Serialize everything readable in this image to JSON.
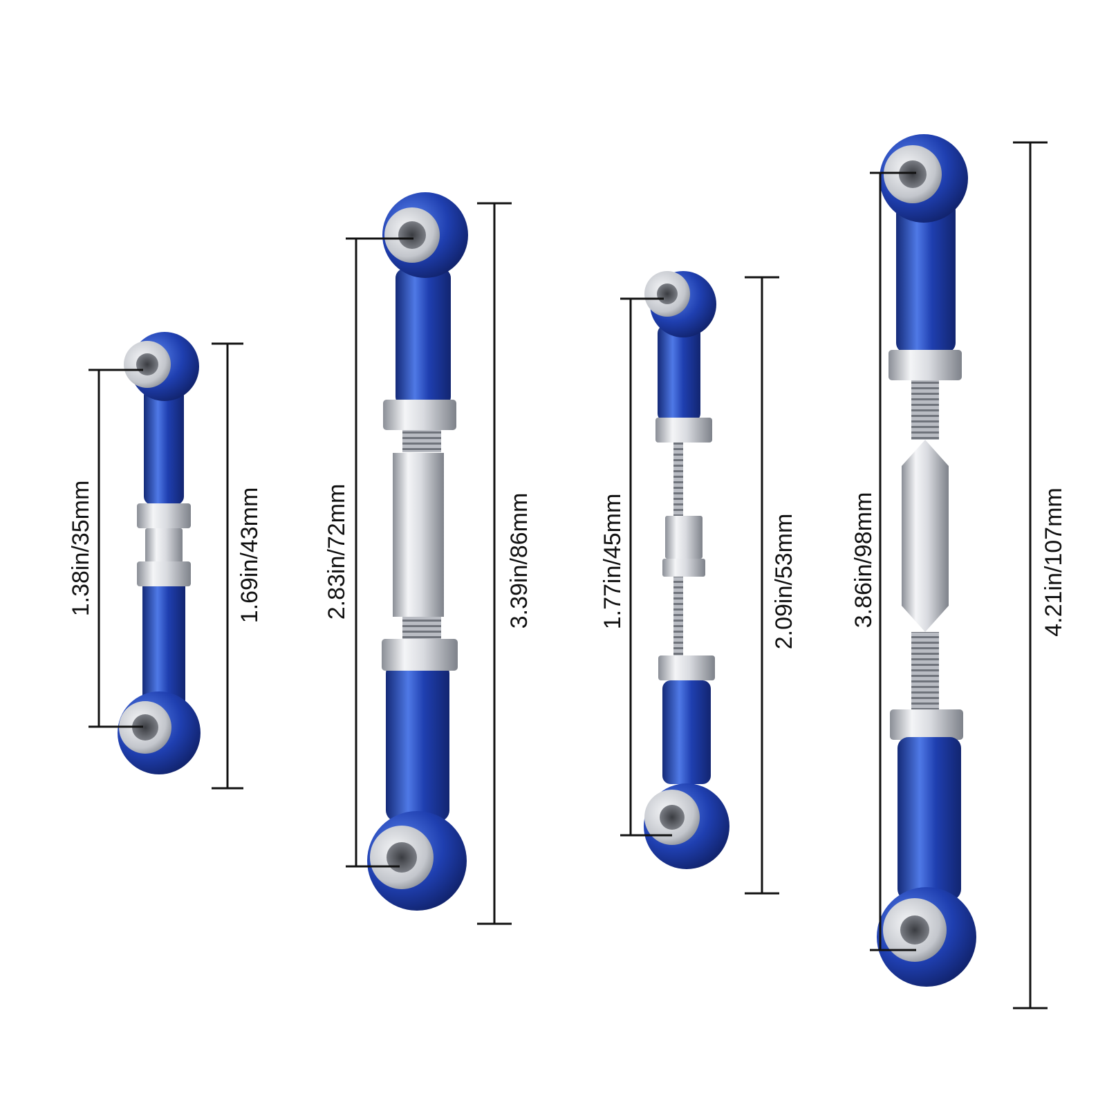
{
  "colors": {
    "background": "#ffffff",
    "anodized_blue": "#1f3fb0",
    "blue_highlight": "#4f79e6",
    "blue_shadow": "#142a78",
    "steel": "#d9dbe0",
    "steel_dark": "#8a8e96",
    "dimension_line": "#111111"
  },
  "links": [
    {
      "id": "link-1",
      "dimensions": {
        "hole_to_hole": "1.38in/35mm",
        "overall": "1.69in/43mm"
      }
    },
    {
      "id": "link-2",
      "dimensions": {
        "hole_to_hole": "2.83in/72mm",
        "overall": "3.39in/86mm"
      }
    },
    {
      "id": "link-3",
      "dimensions": {
        "hole_to_hole": "1.77in/45mm",
        "overall": "2.09in/53mm"
      }
    },
    {
      "id": "link-4",
      "dimensions": {
        "hole_to_hole": "3.86in/98mm",
        "overall": "4.21in/107mm"
      }
    }
  ]
}
